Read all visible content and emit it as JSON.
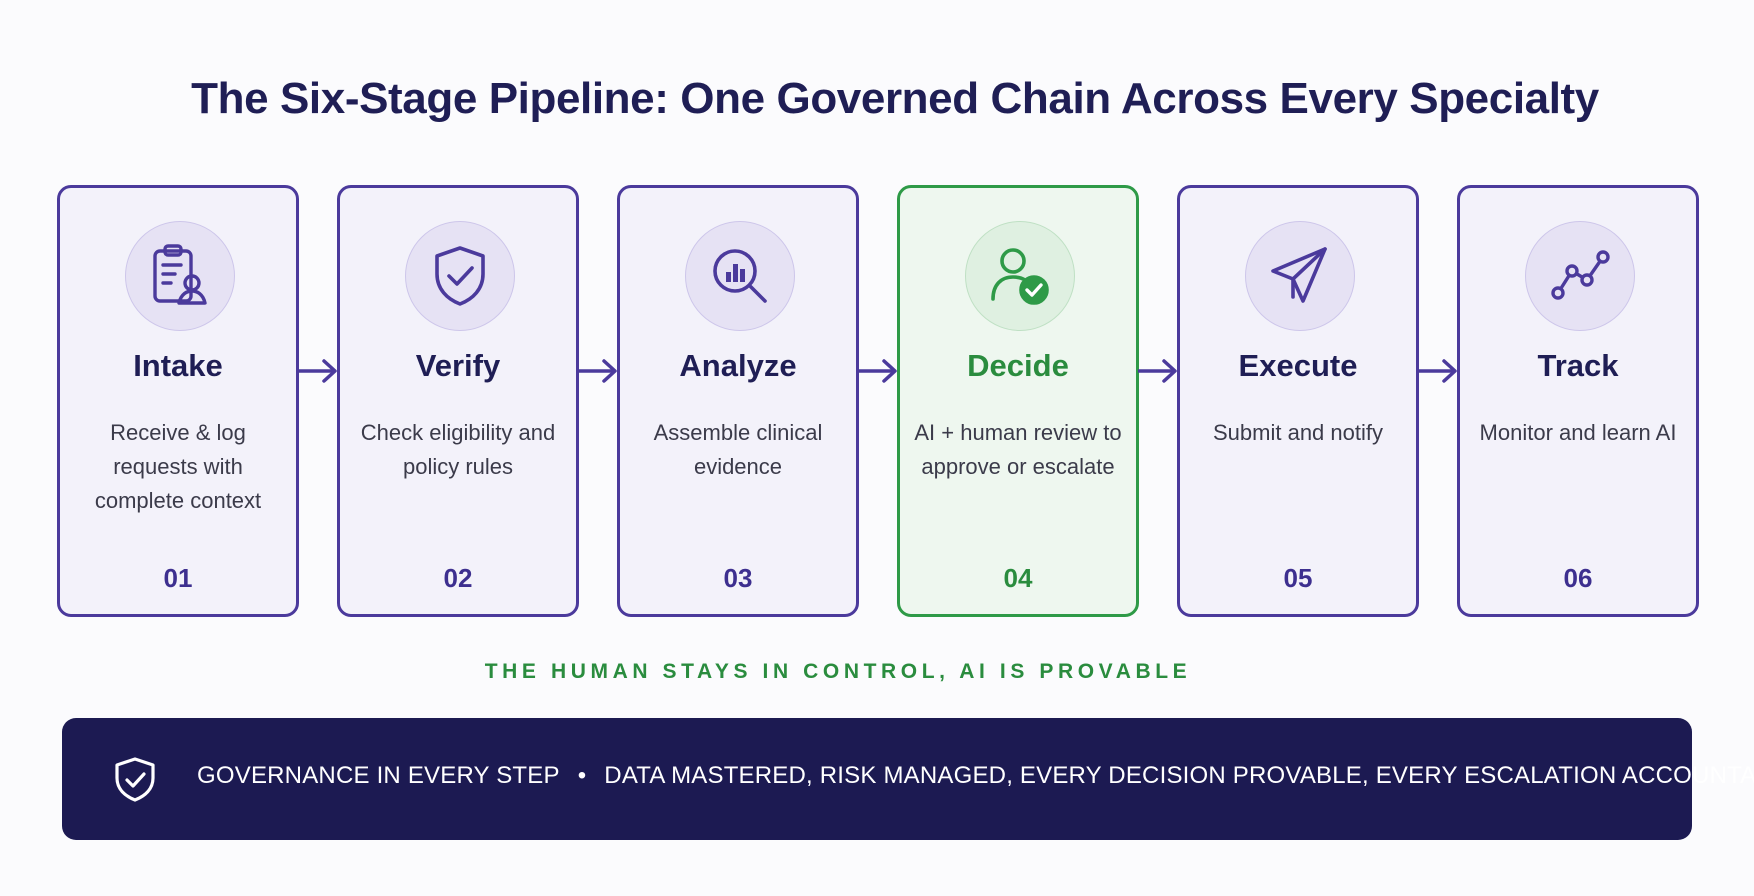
{
  "title": "The Six-Stage Pipeline: One Governed Chain Across Every Specialty",
  "stages": [
    {
      "name": "Intake",
      "description": "Receive & log requests with complete context",
      "number": "01",
      "icon": "clipboard-user-icon"
    },
    {
      "name": "Verify",
      "description": "Check eligibility and policy rules",
      "number": "02",
      "icon": "shield-check-icon"
    },
    {
      "name": "Analyze",
      "description": "Assemble clinical evidence",
      "number": "03",
      "icon": "magnifier-chart-icon"
    },
    {
      "name": "Decide",
      "description": "AI + human review to approve or escalate",
      "number": "04",
      "icon": "user-check-icon"
    },
    {
      "name": "Execute",
      "description": "Submit and notify",
      "number": "05",
      "icon": "paper-plane-icon"
    },
    {
      "name": "Track",
      "description": "Monitor and learn AI",
      "number": "06",
      "icon": "trend-line-icon"
    }
  ],
  "tagline": "THE HUMAN STAYS IN CONTROL, AI IS PROVABLE",
  "banner": {
    "icon": "shield-check-icon",
    "heading": "GOVERNANCE IN EVERY STEP",
    "separator": "•",
    "text": "DATA MASTERED, RISK MANAGED, EVERY DECISION PROVABLE, EVERY ESCALATION ACCOUNTABLE"
  },
  "colors": {
    "navy": "#1f1e55",
    "purple": "#4b3a9c",
    "green": "#2e9a47",
    "banner": "#1c1a52"
  }
}
